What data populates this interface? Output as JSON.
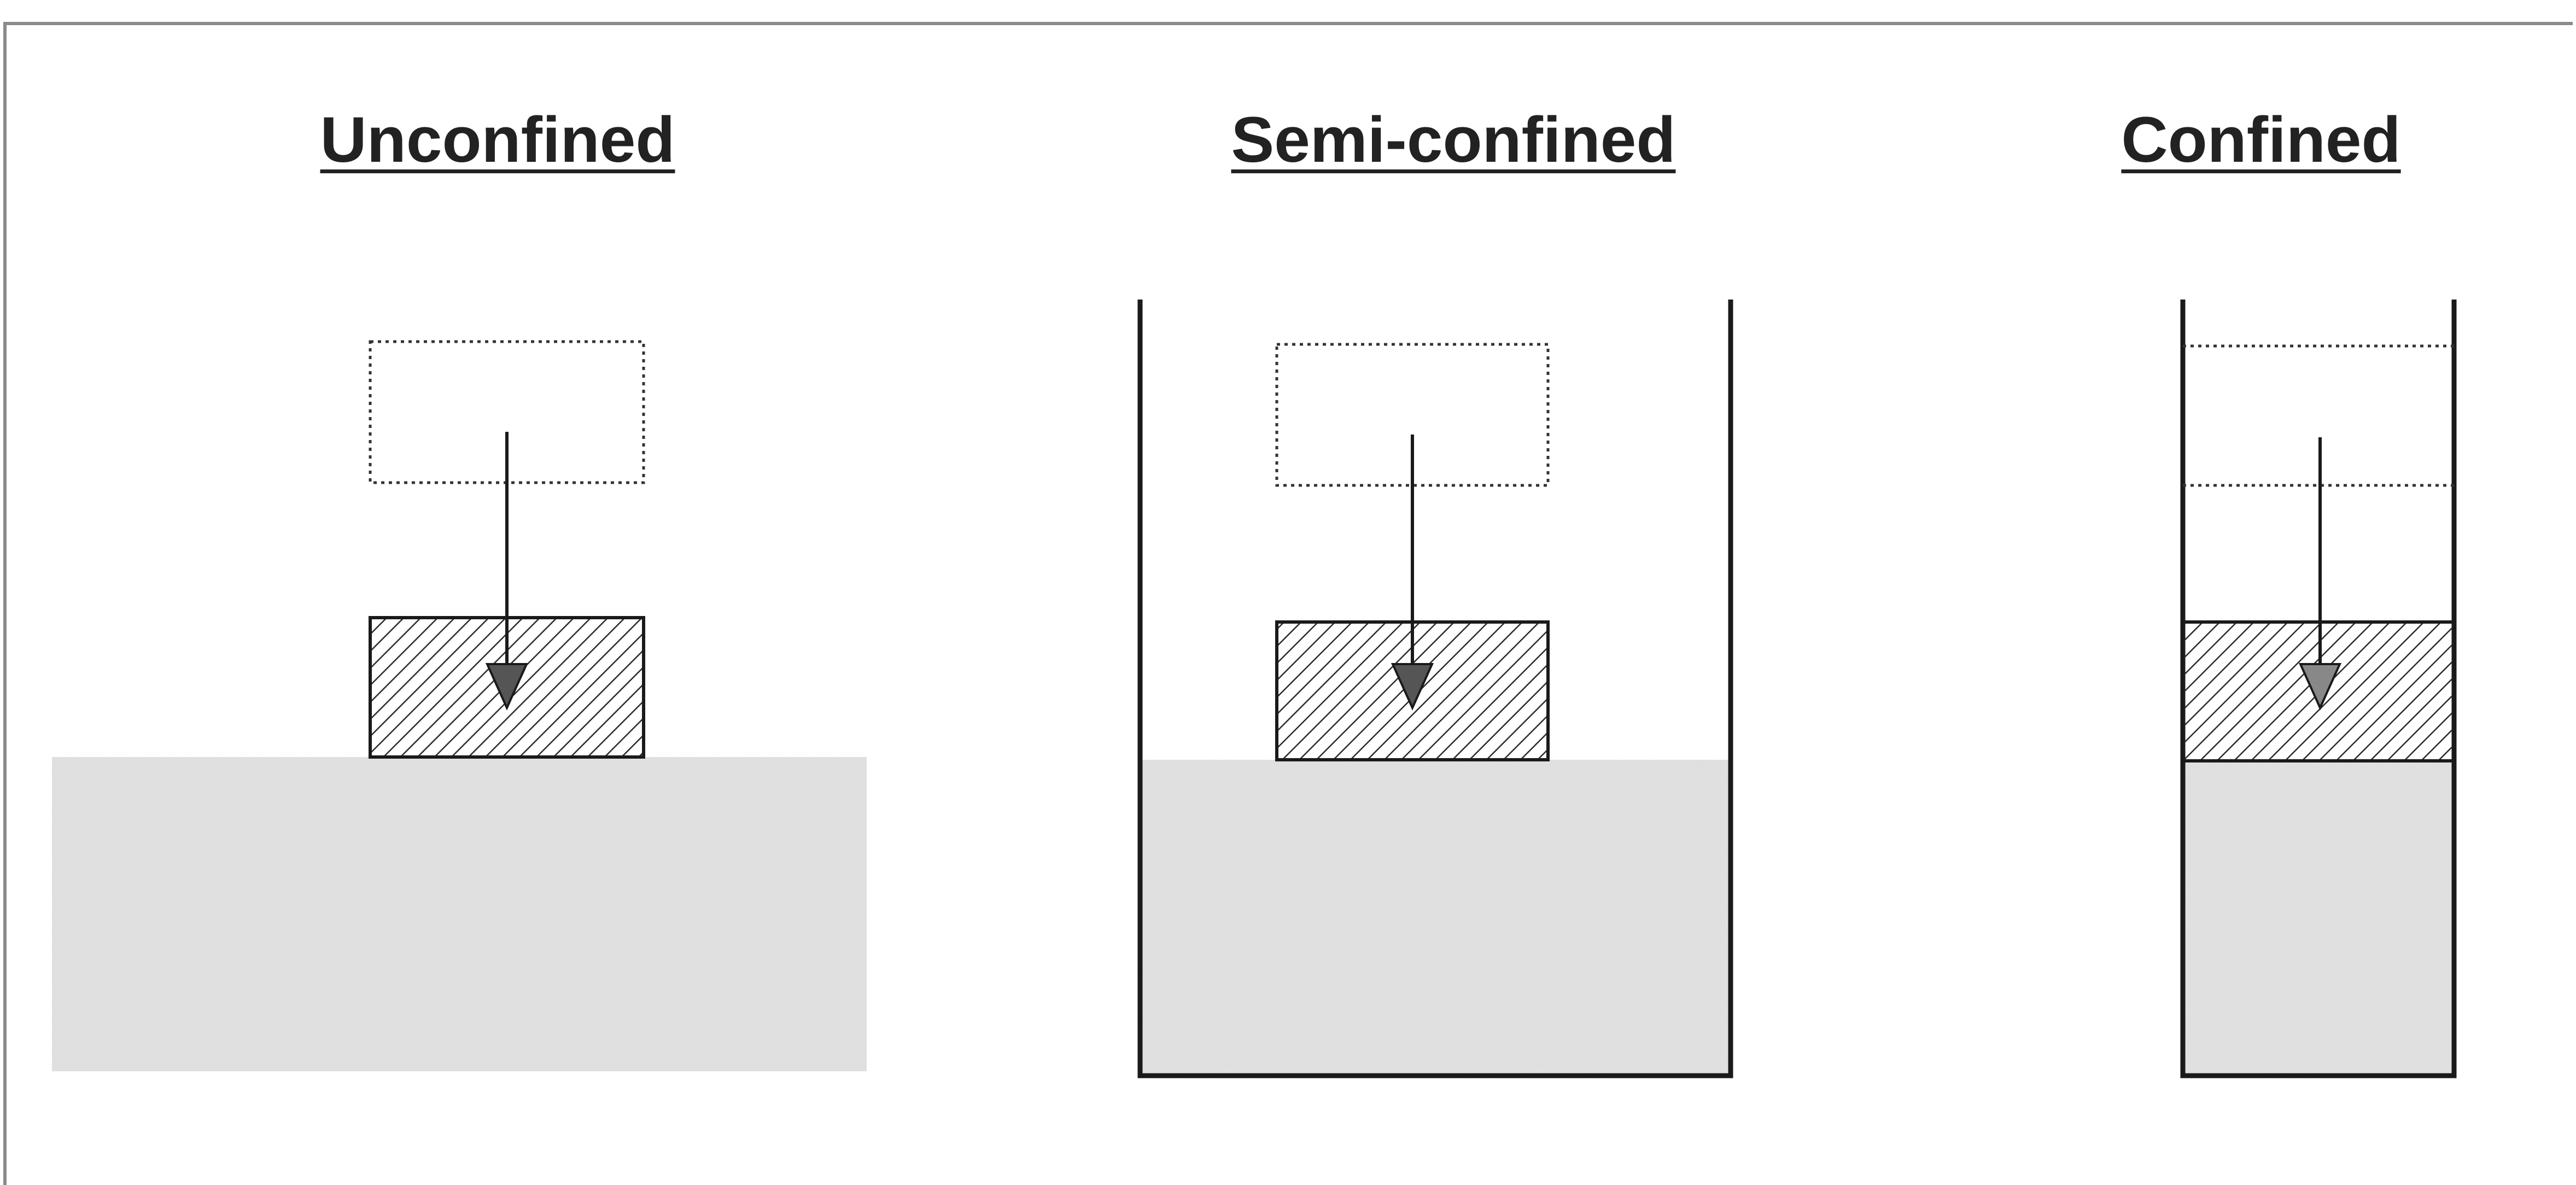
{
  "panels": [
    {
      "id": "unconfined",
      "title": "Unconfined"
    },
    {
      "id": "semi-confined",
      "title": "Semi-confined"
    },
    {
      "id": "confined",
      "title": "Confined"
    }
  ],
  "colors": {
    "line": "#1a1a1a",
    "soil": "#e4e4e4",
    "hatch": "#2a2a2a",
    "arrowhead": "#555555",
    "frame": "#8a8a8a"
  }
}
